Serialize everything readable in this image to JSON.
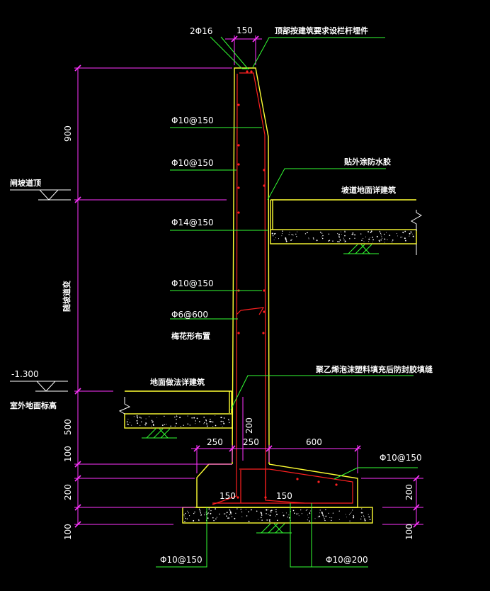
{
  "drawing": {
    "colors": {
      "background": "#000000",
      "concrete_outline": "#ffff33",
      "rebar": "#ff2020",
      "dimension": "#ff33ff",
      "leader": "#33ff33",
      "hatch": "#ffffff"
    },
    "top": {
      "bar_label": "2Φ16",
      "width_dim": "150",
      "note": "顶部按建筑要求设栏杆埋件"
    },
    "rebar_labels": {
      "r1": "Φ10@150",
      "r2": "Φ10@150",
      "r3": "Φ14@150",
      "r4": "Φ10@150",
      "r5": "Φ6@600",
      "r5_note": "梅花形布置",
      "base_top": "Φ10@150",
      "base_left": "Φ10@150",
      "base_right": "Φ10@200"
    },
    "notes": {
      "waterstop": "贴外涂防水胶",
      "ramp_floor": "坡道地面详建筑",
      "ramp_top": "闸坡道顶",
      "wall_height": "随坡道变",
      "polystyrene": "聚乙烯泡沫塑料填充后防封胶填缝",
      "ground_floor": "地面做法详建筑",
      "ground_elev_value": "-1.300",
      "ground_elev_label": "室外地面标高"
    },
    "dims": {
      "d900": "900",
      "d500": "500",
      "d100a": "100",
      "d200": "200",
      "d100b": "100",
      "d200_right": "200",
      "d100_right": "100",
      "d250a": "250",
      "d250b": "250",
      "d600": "600",
      "d200_wall": "200",
      "d150a": "150",
      "d150b": "150"
    },
    "icons": [
      "elevation-mark-icon",
      "break-mark-icon",
      "ground-hatch-icon"
    ]
  }
}
